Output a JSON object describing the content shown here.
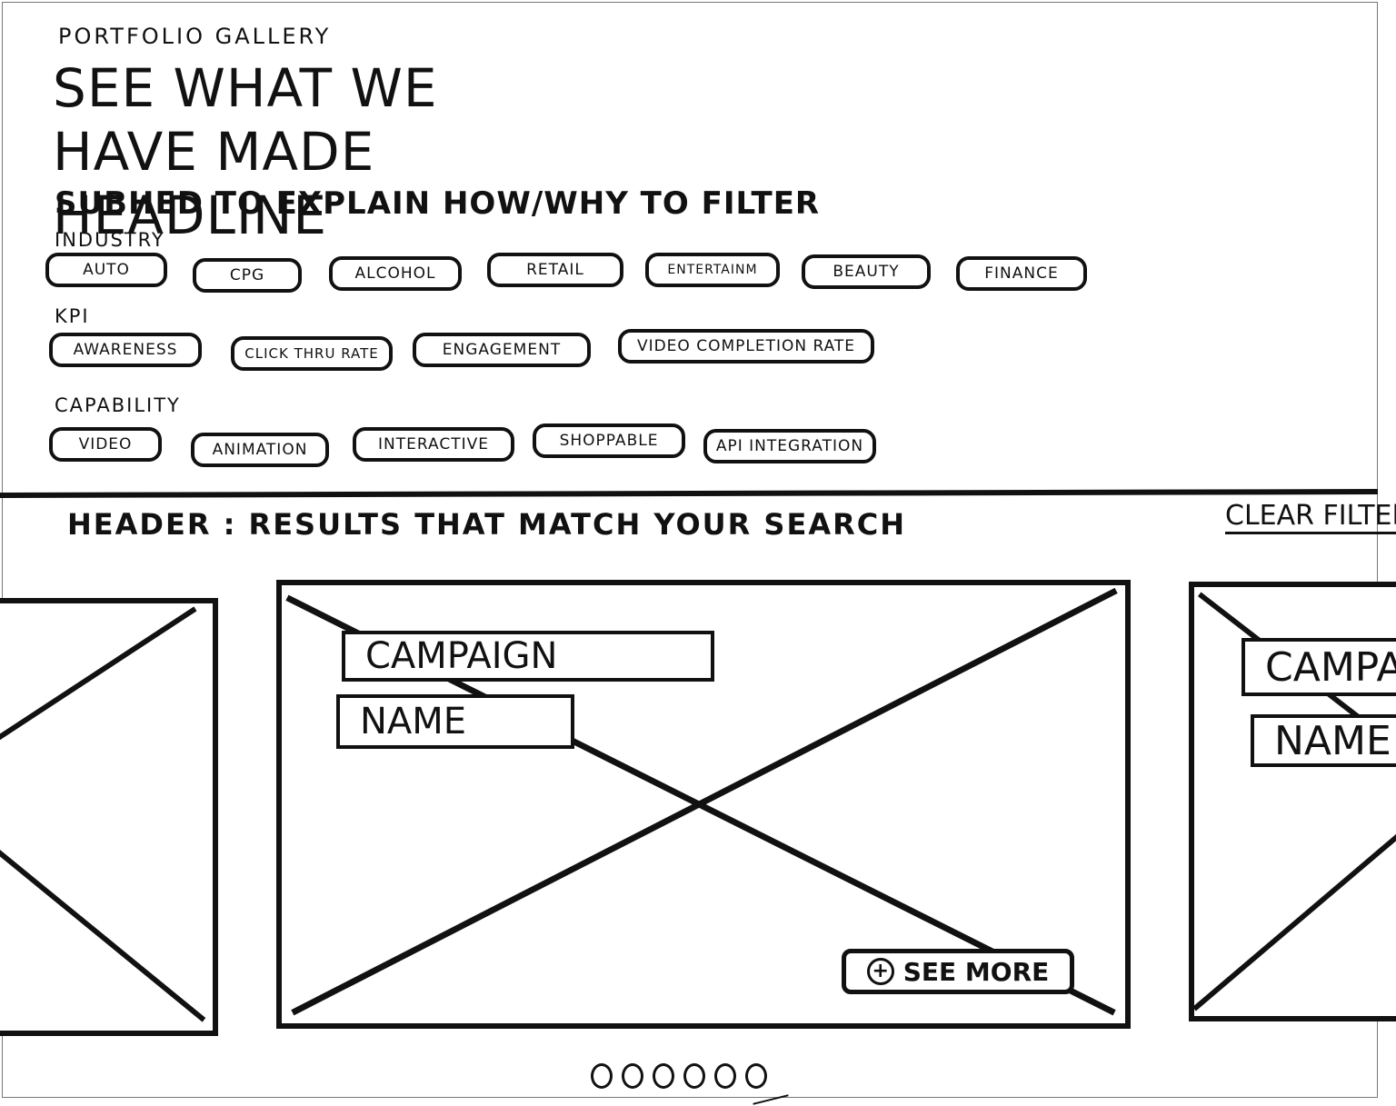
{
  "filter_section": {
    "eyebrow": "Portfolio Gallery",
    "headline_line1": "See what we",
    "headline_line2": "have made headline",
    "subhead": "Subhed to explain how/why to filter",
    "groups": {
      "industry": {
        "label": "Industry",
        "chips": [
          "Auto",
          "CPG",
          "Alcohol",
          "Retail",
          "Entertainm",
          "Beauty",
          "Finance"
        ]
      },
      "kpi": {
        "label": "KPI",
        "chips": [
          "Awareness",
          "Click thru rate",
          "Engagement",
          "Video completion rate"
        ]
      },
      "capability": {
        "label": "Capability",
        "chips": [
          "Video",
          "Animation",
          "Interactive",
          "Shoppable",
          "API integration"
        ]
      }
    }
  },
  "results": {
    "header": "Header : Results that match your search",
    "clear_filters": "Clear filters",
    "cards": [
      {
        "campaign_label": "",
        "name_label": ""
      },
      {
        "campaign_label": "Campaign",
        "name_label": "Name",
        "see_more": "See more"
      },
      {
        "campaign_label": "Campa",
        "name_label": "Name"
      }
    ],
    "pagination_count": 6
  }
}
